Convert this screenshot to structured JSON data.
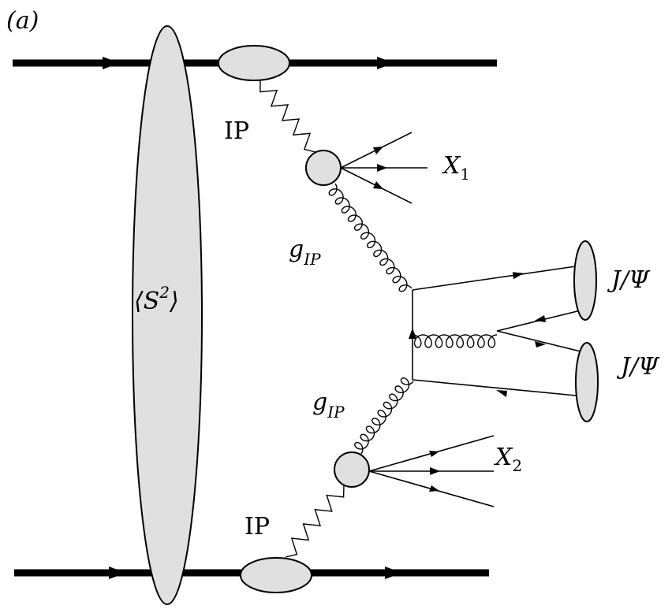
{
  "panel_label": "(a)",
  "labels": {
    "gap_survival": {
      "left": "⟨S",
      "sup": "2",
      "right": "⟩"
    },
    "pomeron_top": "IP",
    "pomeron_bottom": "IP",
    "gluon_top": {
      "main": "g",
      "sub": "IP"
    },
    "gluon_bottom": {
      "main": "g",
      "sub": "IP"
    },
    "x1": {
      "main": "X",
      "sub": "1"
    },
    "x2": {
      "main": "X",
      "sub": "2"
    },
    "jpsi_top": "J/Ψ",
    "jpsi_bottom": "J/Ψ"
  },
  "colors": {
    "blob_fill": "#e0e0e0",
    "line": "#000000"
  }
}
